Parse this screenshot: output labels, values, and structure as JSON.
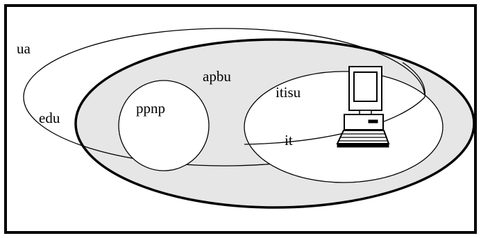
{
  "diagram": {
    "labels": {
      "ua": "ua",
      "edu": "edu",
      "apbu": "apbu",
      "ppnp": "ppnp",
      "itisu": "itisu",
      "it": "it"
    },
    "icon": "computer-icon",
    "colors": {
      "stroke": "#000000",
      "fill_shaded": "#e6e6e6",
      "background": "#ffffff"
    }
  }
}
